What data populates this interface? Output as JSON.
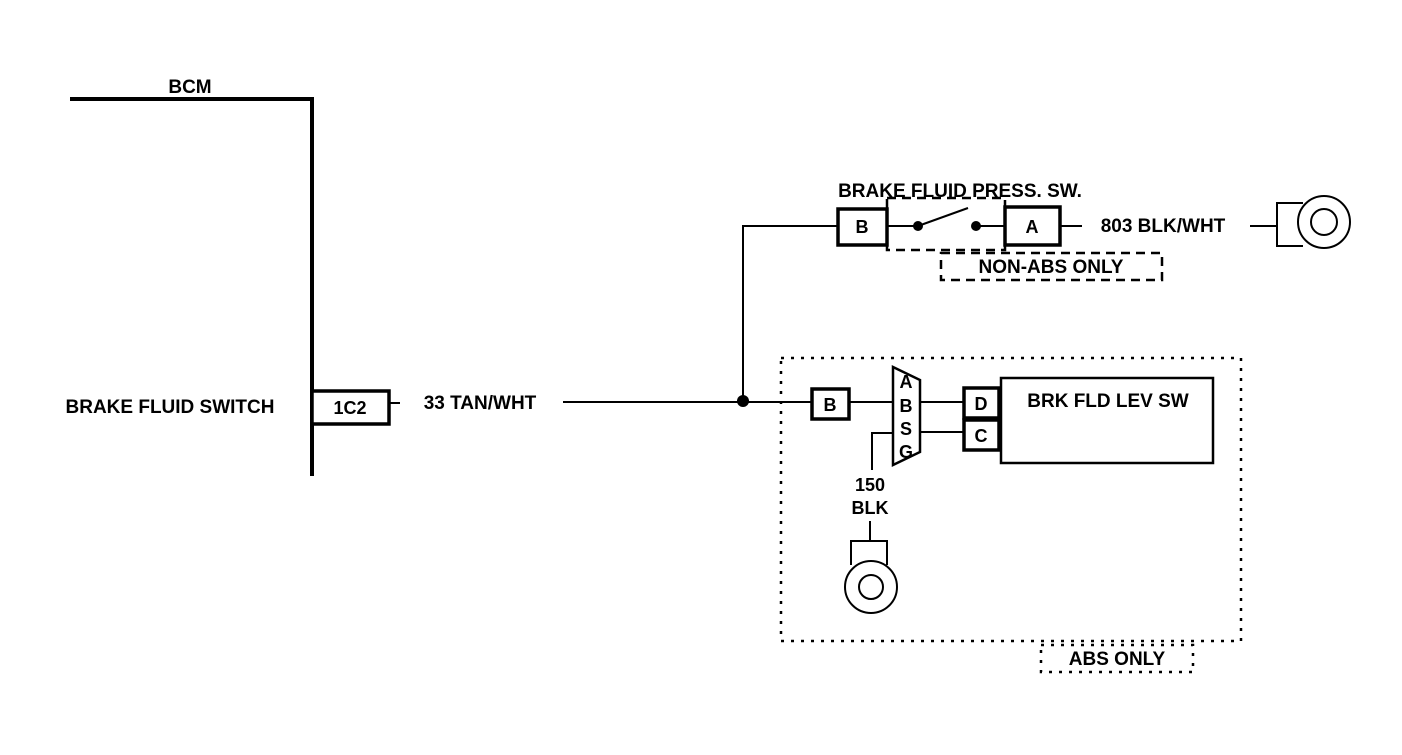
{
  "bcm": {
    "title": "BCM",
    "circuit_label": "BRAKE FLUID SWITCH",
    "connector_pin": "1C2"
  },
  "main_wire": {
    "label": "33 TAN/WHT"
  },
  "pressure_switch": {
    "title": "BRAKE FLUID PRESS. SW.",
    "pin_left": "B",
    "pin_right": "A",
    "ground_wire": "803 BLK/WHT",
    "note": "NON-ABS ONLY"
  },
  "abs_module": {
    "input_pin": "B",
    "connector_pins": [
      "A",
      "B",
      "S",
      "G"
    ],
    "switch_name": "BRK FLD LEV SW",
    "switch_pin_top": "D",
    "switch_pin_bottom": "C",
    "ground_wire_number": "150",
    "ground_wire_color": "BLK",
    "note": "ABS ONLY"
  },
  "colors": {
    "ink": "#000000",
    "background": "#ffffff"
  },
  "icons": {
    "ground": "ground-symbol-icon",
    "switch": "switch-contact-icon",
    "splice": "splice-dot-icon"
  }
}
